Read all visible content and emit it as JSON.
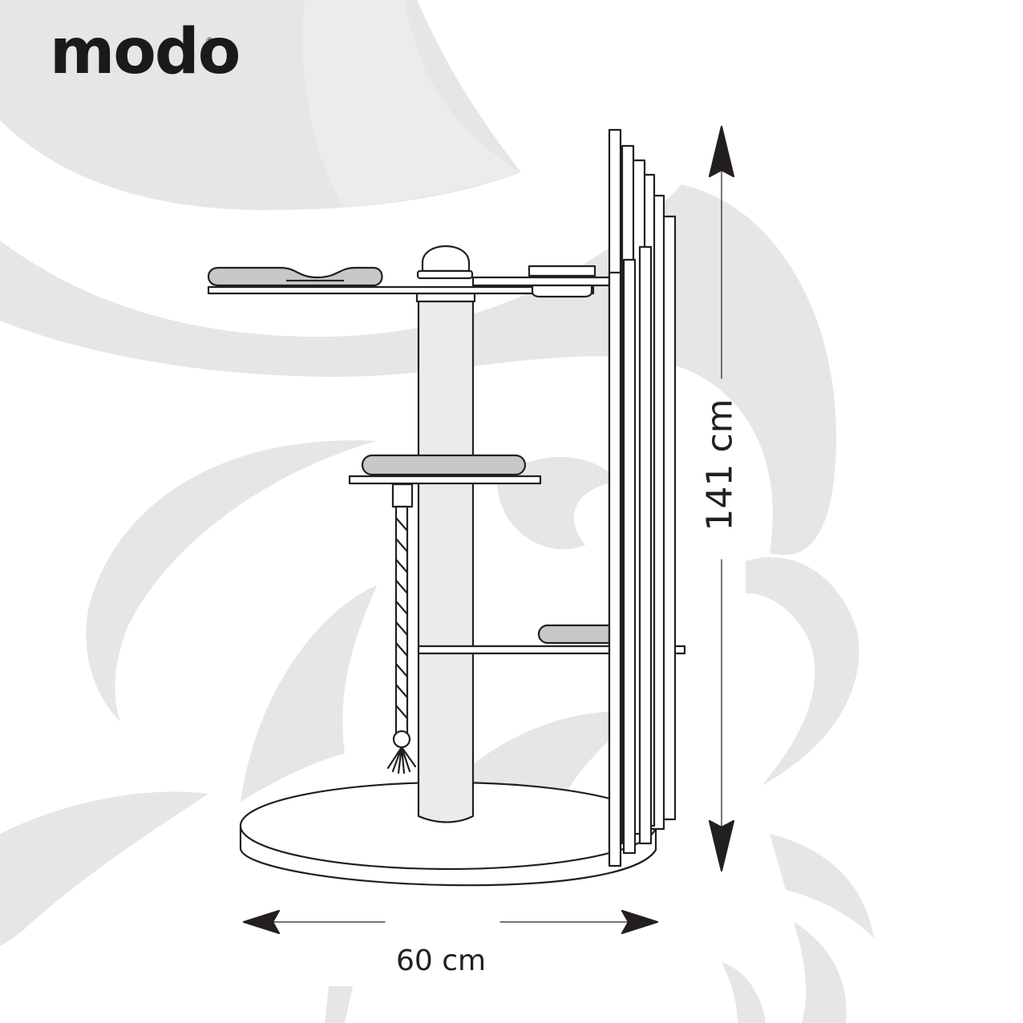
{
  "brand": {
    "logo_text": "modo",
    "registered_mark": "®"
  },
  "dimensions": {
    "width_label": "60 cm",
    "height_label": "141 cm"
  },
  "colors": {
    "background_swirl": "#e6e6e6",
    "line": "#231f20",
    "cushion": "#c8c8c8",
    "post": "#ebebeb"
  }
}
